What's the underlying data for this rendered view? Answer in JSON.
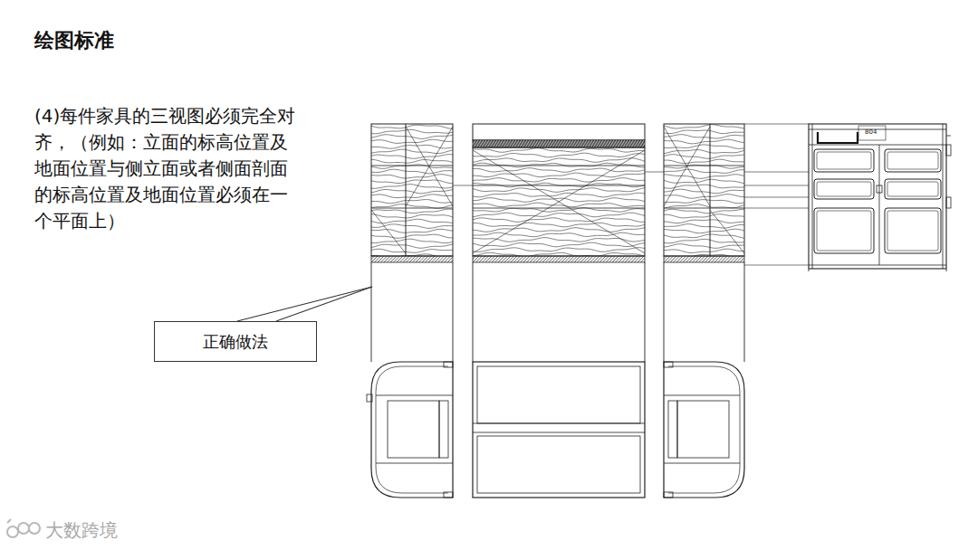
{
  "diagram": {
    "title": "绘图标准",
    "nodes": [
      {
        "text": [
          "正确做法"
        ]
      }
    ],
    "labels": [
      "(4)每件家具的三视图必须完全对 齐，（例如：立面的标高位置及 地面位置与侧立面或者侧面剖面 的标高位置及地面位置必须在一 个平面上）",
      "804",
      "大数跨境"
    ]
  }
}
